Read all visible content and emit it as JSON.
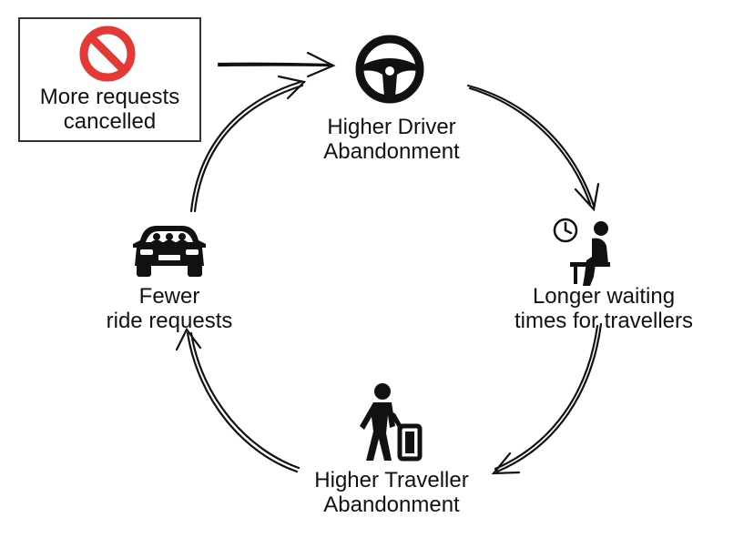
{
  "diagram": {
    "nodes": {
      "cancelled": {
        "line1": "More requests",
        "line2": "cancelled",
        "icon": "prohibited-icon"
      },
      "driver_abandonment": {
        "line1": "Higher Driver",
        "line2": "Abandonment",
        "icon": "steering-wheel-icon"
      },
      "waiting_times": {
        "line1": "Longer waiting",
        "line2": "times for travellers",
        "icon": "waiting-person-clock-icon"
      },
      "traveller_abandonment": {
        "line1": "Higher Traveller",
        "line2": "Abandonment",
        "icon": "walking-traveller-luggage-icon"
      },
      "fewer_requests": {
        "line1": "Fewer",
        "line2": "ride requests",
        "icon": "car-passengers-icon"
      }
    },
    "colors": {
      "stroke": "#111111",
      "prohibited": "#e53935",
      "box_border": "#333333"
    }
  }
}
